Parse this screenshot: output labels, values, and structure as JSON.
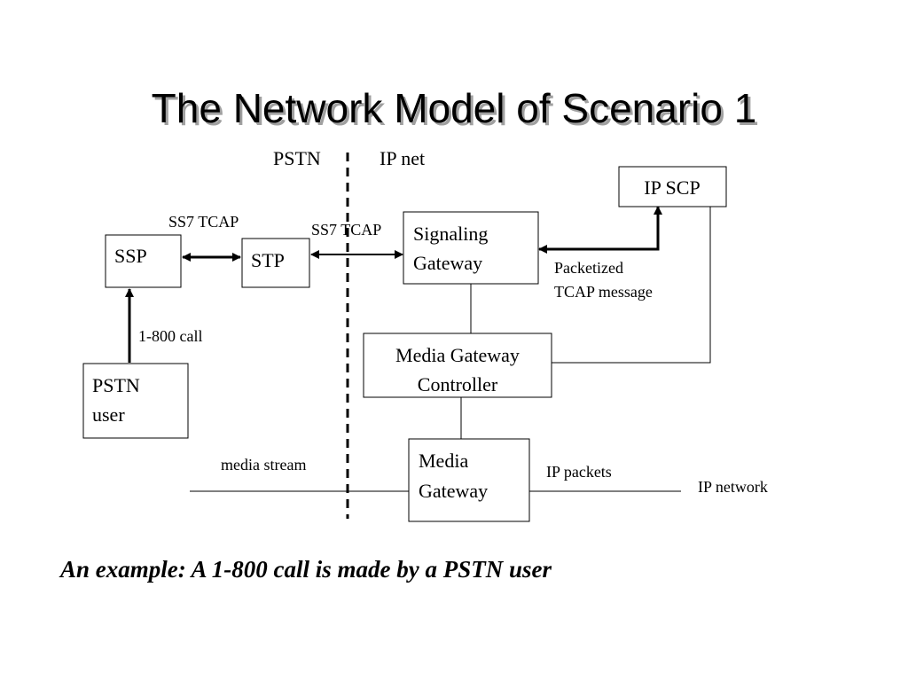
{
  "slide": {
    "title": "The Network Model of Scenario 1",
    "caption": "An example: A 1-800 call is made by a PSTN user"
  },
  "regions": {
    "pstn": "PSTN",
    "ip_net": "IP net"
  },
  "nodes": {
    "ssp": "SSP",
    "stp": "STP",
    "signaling_gateway": [
      "Signaling",
      "Gateway"
    ],
    "ip_scp": "IP SCP",
    "mgc": [
      "Media Gateway",
      "Controller"
    ],
    "pstn_user": [
      "PSTN",
      "user"
    ],
    "media_gateway": [
      "Media",
      "Gateway"
    ]
  },
  "labels": {
    "ss7_tcap_left": "SS7 TCAP",
    "ss7_tcap_mid": "SS7 TCAP",
    "packetized": [
      "Packetized",
      "TCAP message"
    ],
    "call_1800": "1-800 call",
    "media_stream": "media stream",
    "ip_packets": "IP packets",
    "ip_network": "IP network"
  }
}
